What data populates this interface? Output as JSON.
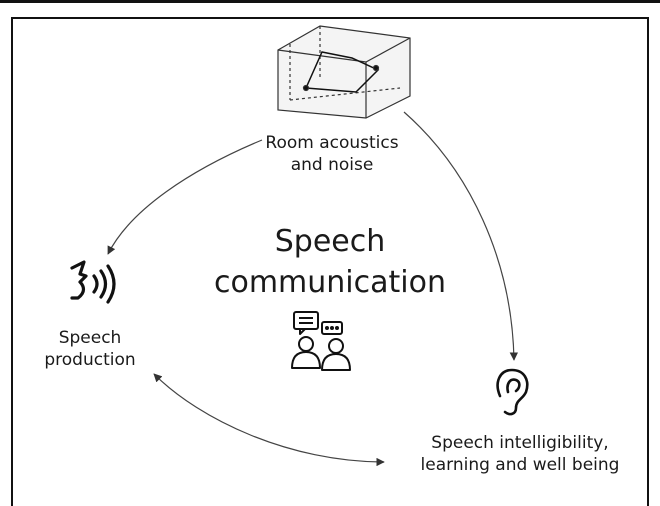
{
  "nodes": {
    "room": {
      "label_line1": "Room acoustics",
      "label_line2": "and noise",
      "icon": "room-wireframe-icon"
    },
    "center": {
      "title_line1": "Speech",
      "title_line2": "communication",
      "icon": "people-conversation-icon"
    },
    "production": {
      "label_line1": "Speech",
      "label_line2": "production",
      "icon": "speaking-head-icon"
    },
    "intelligibility": {
      "label_line1": "Speech intelligibility,",
      "label_line2": "learning and well being",
      "icon": "ear-icon"
    }
  },
  "edges": [
    {
      "from": "room",
      "to": "production",
      "style": "arrow"
    },
    {
      "from": "room",
      "to": "intelligibility",
      "style": "arrow"
    },
    {
      "from": "production",
      "to": "intelligibility",
      "style": "double-arrow"
    }
  ]
}
